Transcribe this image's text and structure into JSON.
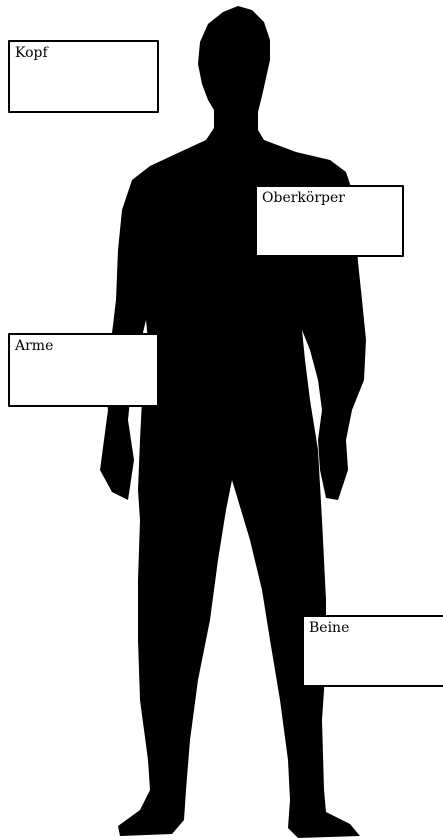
{
  "labels": {
    "kopf": "Kopf",
    "oberkoerper": "Oberkörper",
    "arme": "Arme",
    "beine": "Beine"
  },
  "colors": {
    "silhouette": "#000000",
    "box_fill": "#ffffff",
    "box_border": "#000000"
  }
}
